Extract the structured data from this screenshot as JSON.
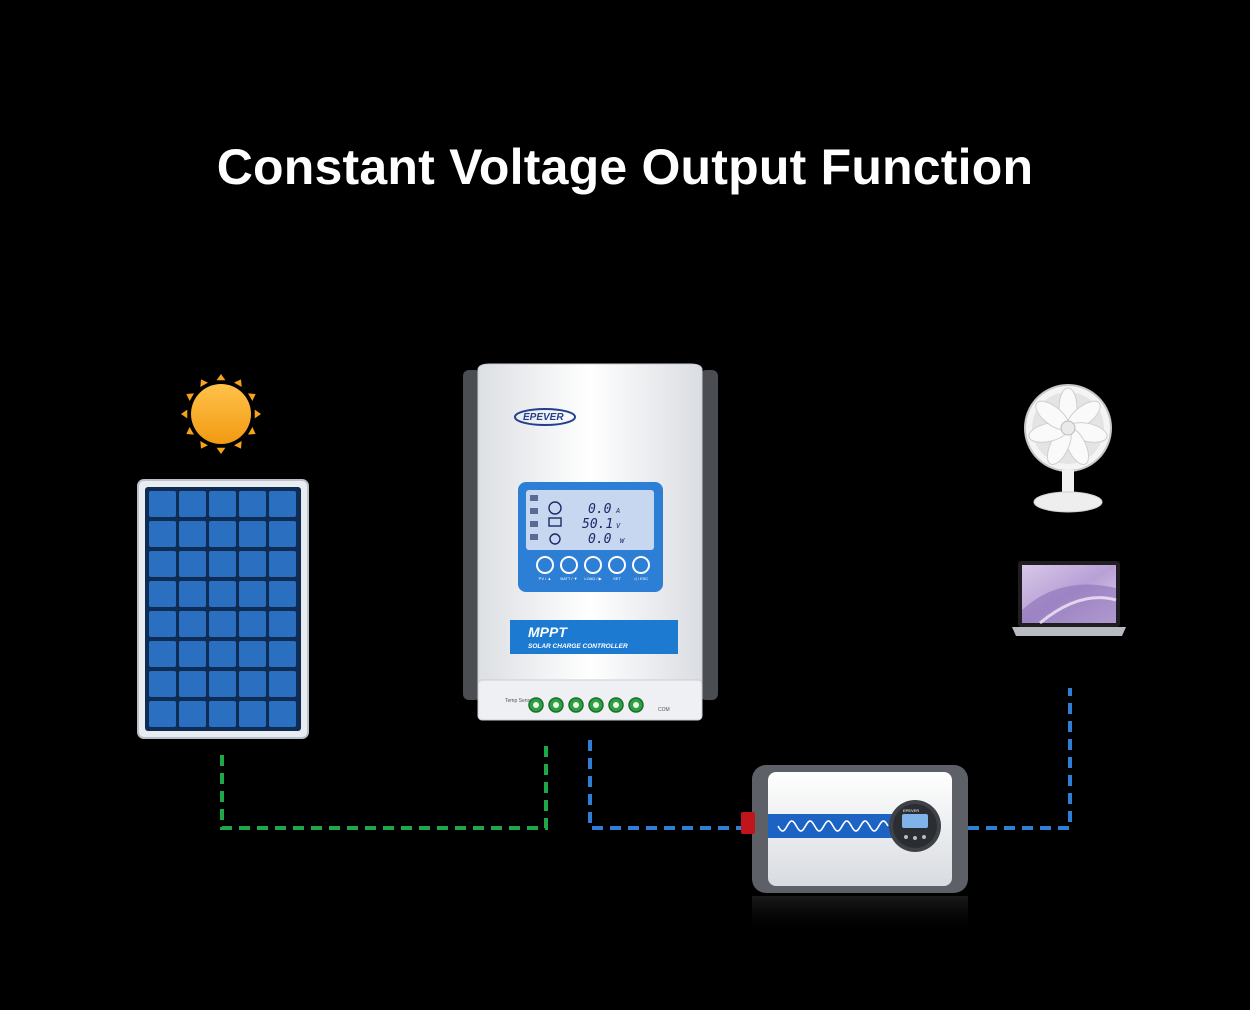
{
  "title": "Constant Voltage Output Function",
  "controller": {
    "brand": "EPEVER",
    "model_label": "MPPT",
    "subtitle": "SOLAR CHARGE CONTROLLER",
    "lcd_readings": [
      {
        "value": "0.0",
        "unit": "A"
      },
      {
        "value": "50.1",
        "unit": "V"
      },
      {
        "value": "0.0",
        "unit": "W"
      }
    ],
    "button_labels": [
      "PV / ▲",
      "BATT / ▼",
      "LOAD / ▶",
      "SET",
      "◁ / ESC"
    ],
    "terminal_labels": [
      "Temp Sensor",
      "COM"
    ]
  },
  "inverter": {
    "brand": "EPEVER"
  },
  "colors": {
    "background": "#000000",
    "title": "#ffffff",
    "pv_wire": "#1fa84a",
    "load_wire": "#2f7fd6",
    "sun": "#f7a21b",
    "panel_cell": "#2a6fc0",
    "controller_blue": "#1c7ad1"
  },
  "icons": [
    "sun-icon",
    "solar-panel-icon",
    "charge-controller-icon",
    "inverter-icon",
    "fan-icon",
    "laptop-icon"
  ]
}
